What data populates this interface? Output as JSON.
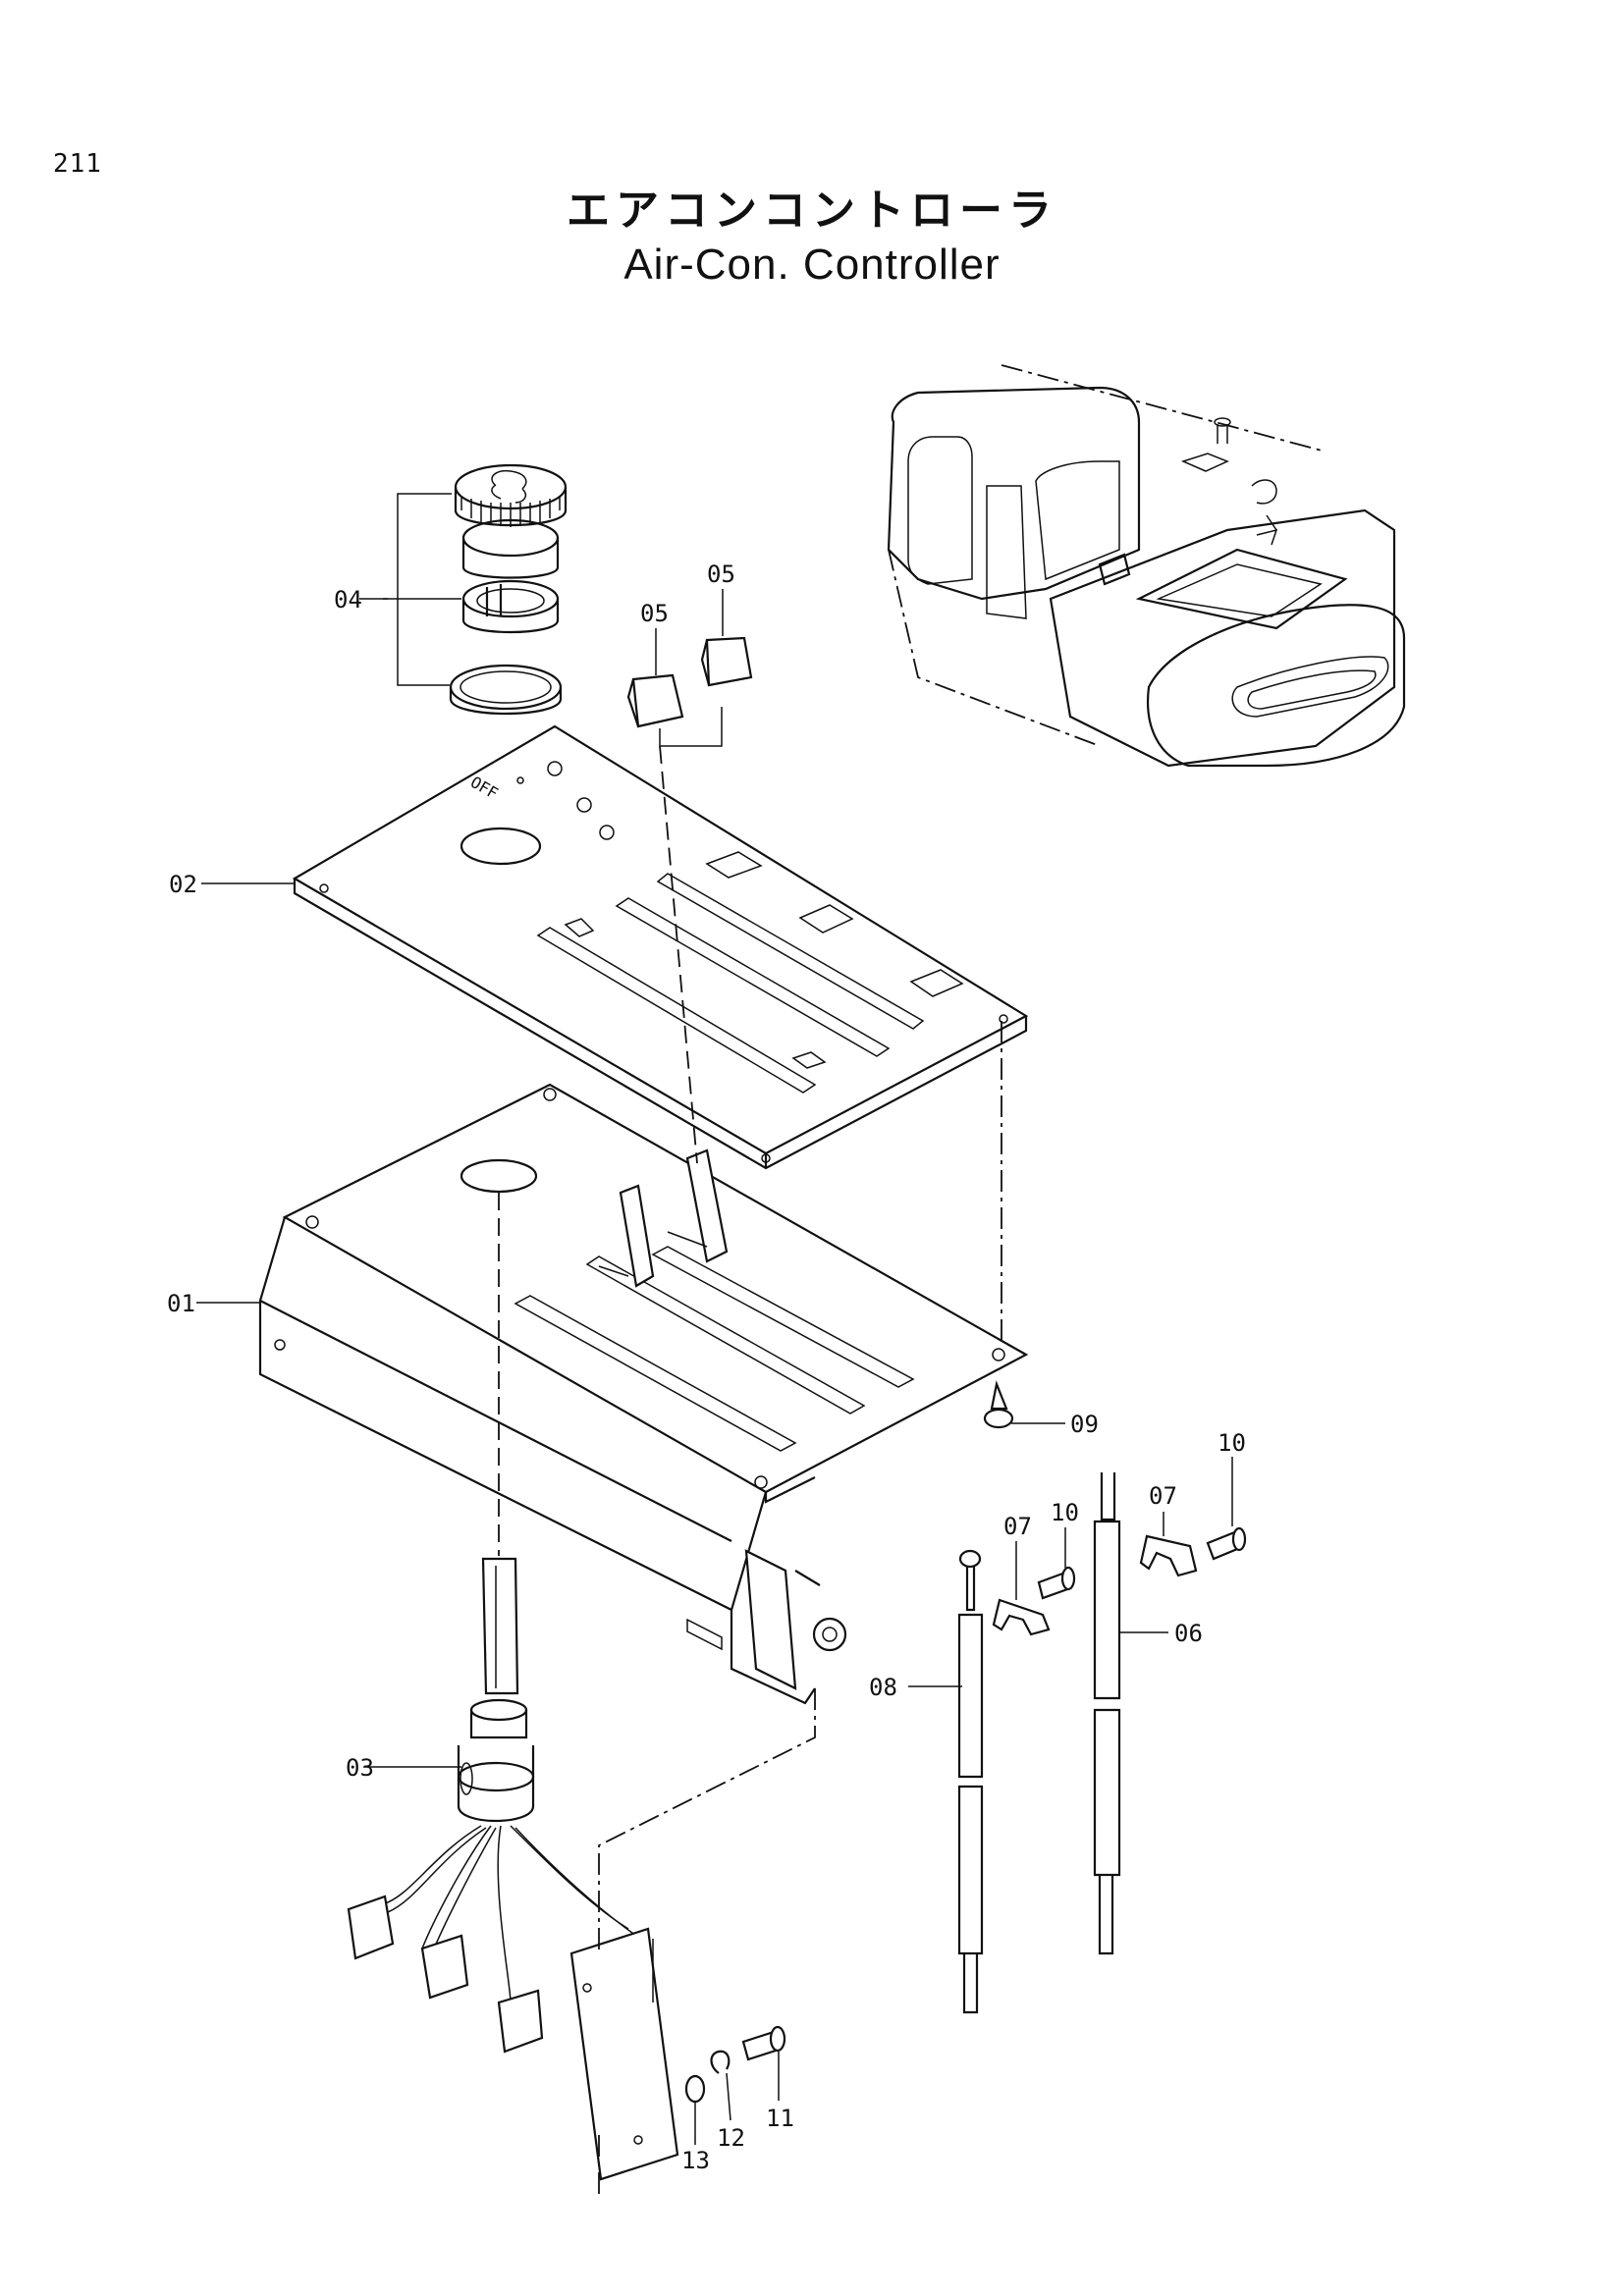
{
  "page": {
    "number": "211"
  },
  "title": {
    "japanese": "エアコンコントローラ",
    "english": "Air-Con. Controller"
  },
  "panel_text": "OFF",
  "callouts": [
    {
      "id": "c01",
      "label": "01"
    },
    {
      "id": "c02",
      "label": "02"
    },
    {
      "id": "c03",
      "label": "03"
    },
    {
      "id": "c04",
      "label": "04"
    },
    {
      "id": "c05a",
      "label": "05"
    },
    {
      "id": "c05b",
      "label": "05"
    },
    {
      "id": "c06",
      "label": "06"
    },
    {
      "id": "c07a",
      "label": "07"
    },
    {
      "id": "c07b",
      "label": "07"
    },
    {
      "id": "c08",
      "label": "08"
    },
    {
      "id": "c09",
      "label": "09"
    },
    {
      "id": "c10a",
      "label": "10"
    },
    {
      "id": "c10b",
      "label": "10"
    },
    {
      "id": "c11",
      "label": "11"
    },
    {
      "id": "c12",
      "label": "12"
    },
    {
      "id": "c13",
      "label": "13"
    }
  ]
}
